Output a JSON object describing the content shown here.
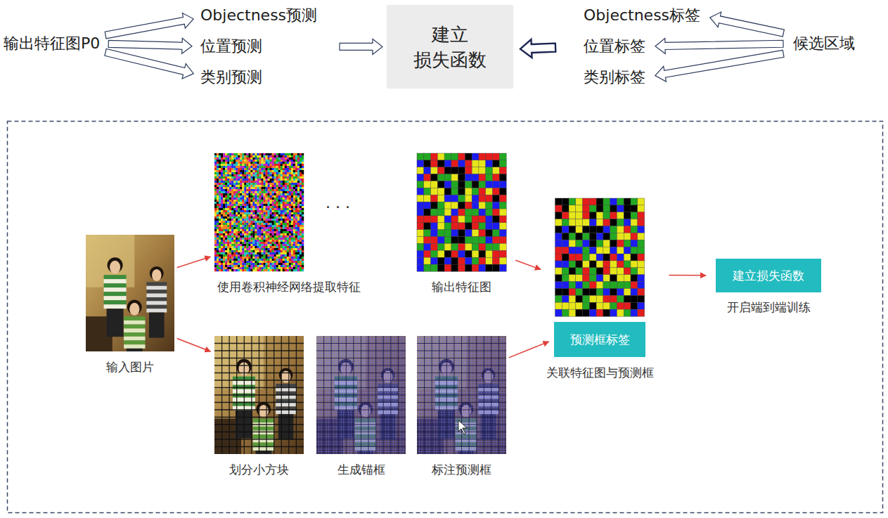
{
  "diagram": {
    "nodes": [
      {
        "text": [
          "输出特征图P0"
        ]
      },
      {
        "text": [
          "Objectness预测"
        ]
      },
      {
        "text": [
          "位置预测"
        ]
      },
      {
        "text": [
          "类别预测"
        ]
      },
      {
        "text": [
          "建立 损失函数"
        ]
      },
      {
        "text": [
          "Objectness标签"
        ]
      },
      {
        "text": [
          "位置标签"
        ]
      },
      {
        "text": [
          "类别标签"
        ]
      },
      {
        "text": [
          "候选区域"
        ]
      },
      {
        "text": [
          "使用卷积神经网络提取特征"
        ]
      },
      {
        "text": [
          "输出特征图"
        ]
      },
      {
        "text": [
          "关联特征图与预测框"
        ]
      },
      {
        "text": [
          "预测框标签"
        ],
        "in": 11
      },
      {
        "text": [
          "建立损失函数",
          "开启端到端训练"
        ]
      },
      {
        "text": [
          "输入图片"
        ]
      },
      {
        "text": [
          "划分小方块"
        ]
      },
      {
        "text": [
          "生成锚框"
        ]
      },
      {
        "text": [
          "标注预测框"
        ]
      }
    ],
    "edges": [
      {
        "from": 0,
        "to": 1,
        "arrow": "to"
      },
      {
        "from": 0,
        "to": 2,
        "arrow": "to"
      },
      {
        "from": 0,
        "to": 3,
        "arrow": "to"
      },
      {
        "from": 2,
        "to": 4,
        "arrow": "to"
      },
      {
        "from": 6,
        "to": 4,
        "arrow": "to"
      },
      {
        "from": 8,
        "to": 5,
        "arrow": "to"
      },
      {
        "from": 8,
        "to": 6,
        "arrow": "to"
      },
      {
        "from": 8,
        "to": 7,
        "arrow": "to"
      },
      {
        "from": 14,
        "to": 9,
        "arrow": "to"
      },
      {
        "from": 14,
        "to": 15,
        "arrow": "to"
      },
      {
        "from": 10,
        "to": 11,
        "arrow": "to"
      },
      {
        "from": 17,
        "to": 12,
        "arrow": "to"
      },
      {
        "from": 11,
        "to": 13,
        "arrow": "to"
      }
    ],
    "labels": [
      "· · ·"
    ]
  }
}
